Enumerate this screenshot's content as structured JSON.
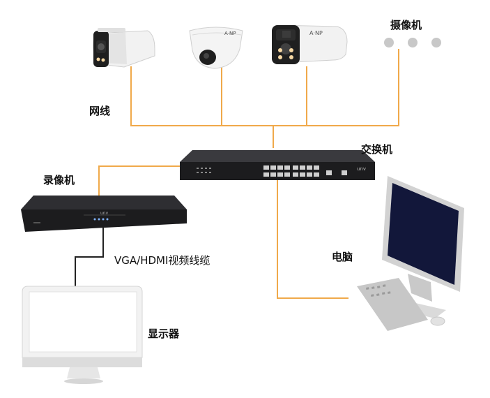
{
  "labels": {
    "cameras": "摄像机",
    "network_cable": "网线",
    "switch": "交换机",
    "nvr": "录像机",
    "video_cable": "VGA/HDMI视频线缆",
    "computer": "电脑",
    "display": "显示器"
  },
  "brand_marks": {
    "camera_logo": "A·NP",
    "device_logo": "unv"
  },
  "colors": {
    "network_line": "#f0a94a",
    "video_line": "#222222",
    "device_dark": "#1c1c1e",
    "camera_white": "#f2f2f2"
  },
  "icons": [
    "bullet-camera-icon",
    "dome-camera-icon",
    "bullet-camera-icon",
    "more-cameras-dots-icon",
    "network-switch-icon",
    "nvr-recorder-icon",
    "desktop-monitor-icon",
    "pc-computer-icon"
  ]
}
